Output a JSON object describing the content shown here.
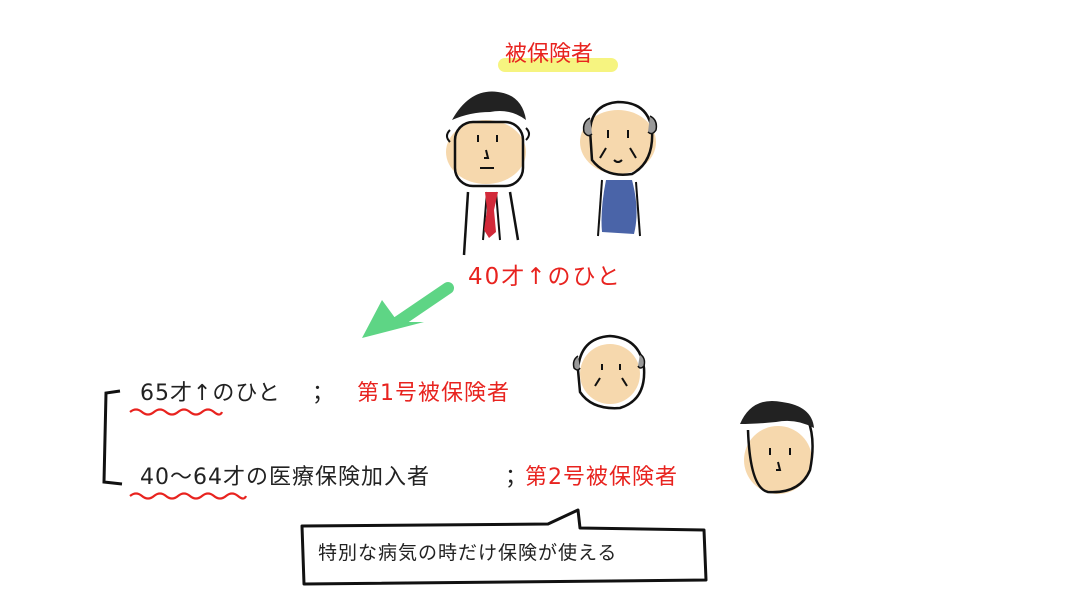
{
  "title": "被保険者",
  "insured_age": "40才↑のひと",
  "categories": [
    {
      "age": "65才↑のひと",
      "sep": "；",
      "type": "第1号被保険者"
    },
    {
      "age": "40〜64才の医療保険加入者",
      "sep": "；",
      "type": "第2号被保険者"
    }
  ],
  "note": "特別な病気の時だけ保険が使える",
  "colors": {
    "red_text": "#e8231f",
    "highlight": "#f4f26a",
    "arrow": "#5ed585",
    "skin": "#f6d8ad",
    "tie": "#d22a3a",
    "vest": "#4a64a8",
    "wavy_underline": "#e8231f"
  }
}
